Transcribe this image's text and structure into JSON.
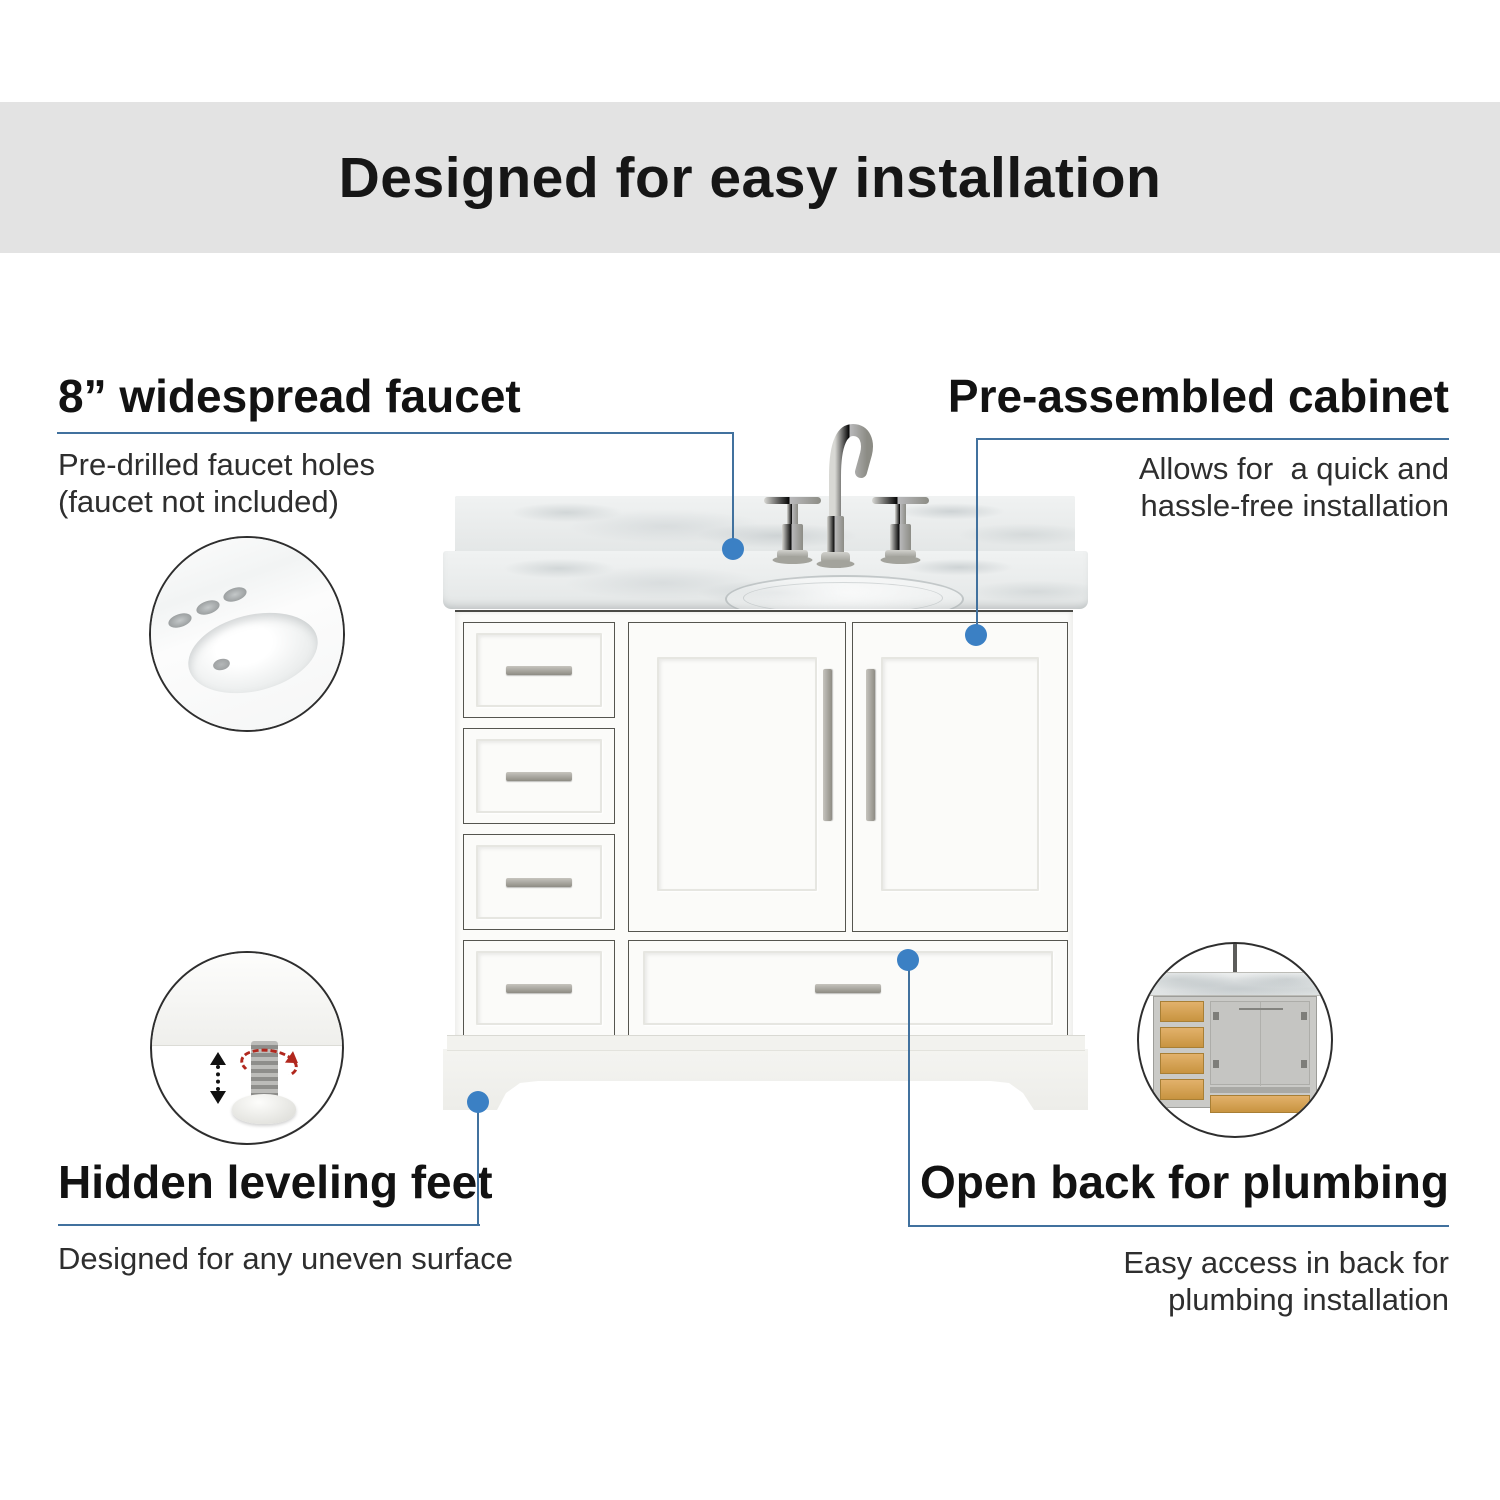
{
  "banner": {
    "title": "Designed for easy installation"
  },
  "callouts": {
    "faucet": {
      "heading": "8” widespread faucet",
      "lines": [
        "Pre-drilled faucet holes",
        "(faucet not included)"
      ]
    },
    "cabinet": {
      "heading": "Pre-assembled cabinet",
      "lines": [
        "Allows for  a quick and",
        "hassle-free installation"
      ]
    },
    "feet": {
      "heading": "Hidden leveling feet",
      "lines": [
        "Designed for any uneven surface",
        ""
      ]
    },
    "plumbing": {
      "heading": "Open back for plumbing",
      "lines": [
        "Easy access in back for",
        "plumbing installation"
      ]
    }
  },
  "insets": {
    "sink": "sink-top-with-pre-drilled-holes",
    "foot": "adjustable-leveling-foot",
    "back": "open-back-cabinet-rear-view"
  },
  "colors": {
    "banner_bg": "#e3e3e3",
    "marker_dot": "#3b80c4",
    "connector_line": "#41719e",
    "marble_top": "#eaecec",
    "cabinet_white": "#fbfbf9",
    "nickel_hardware": "#a3a19a",
    "wood_drawer_boxes": "#d8a55e"
  }
}
